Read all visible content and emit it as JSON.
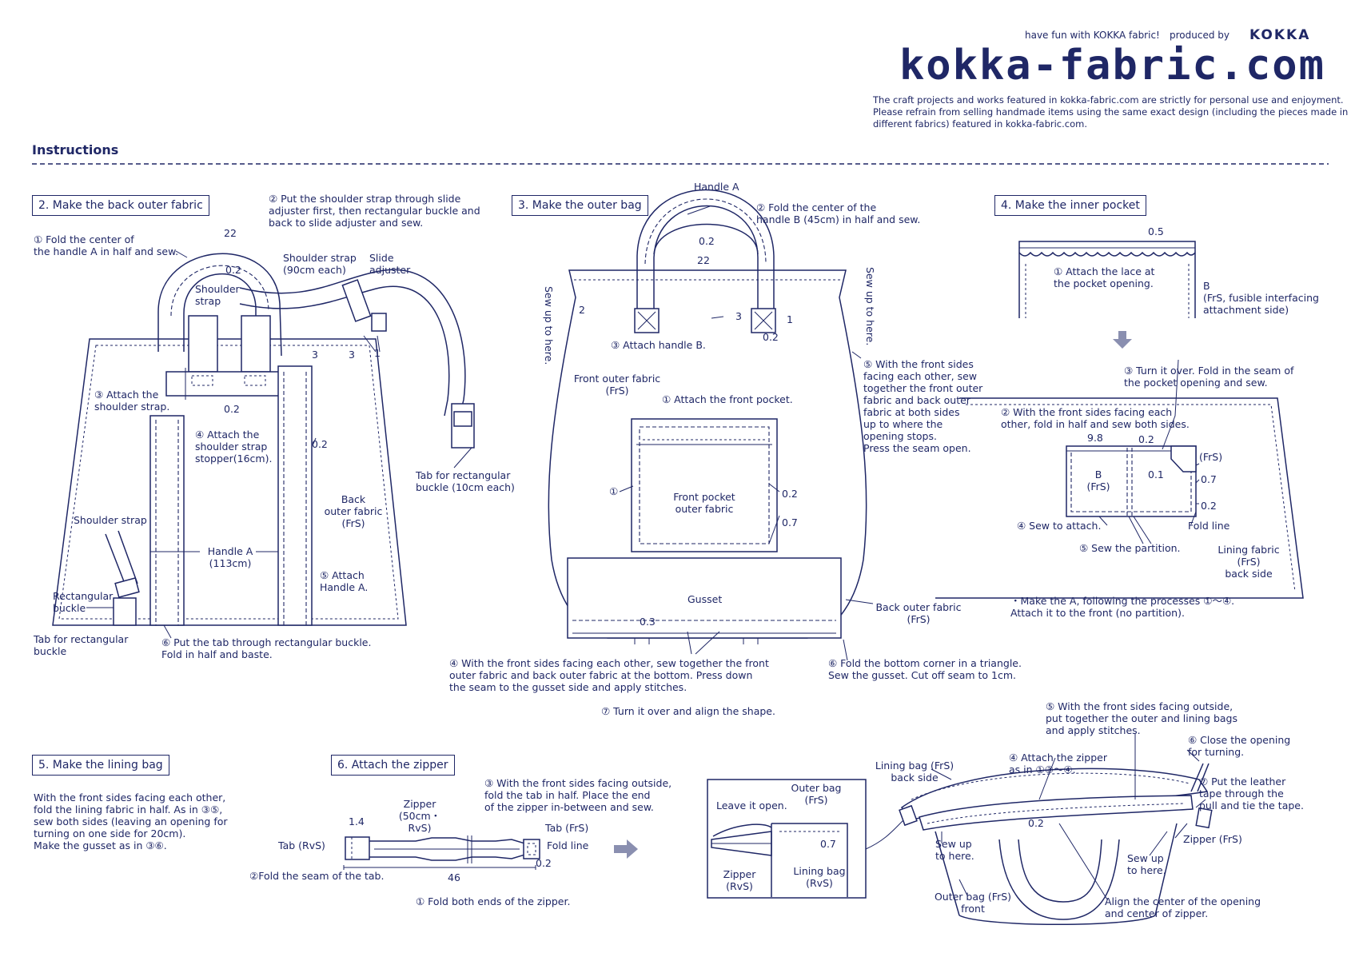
{
  "header": {
    "fun": "have fun with KOKKA fabric!",
    "produced_by": "produced by",
    "brand": "KOKKA",
    "logo": "kokka-fabric.com",
    "notice": "The craft projects and works featured in kokka-fabric.com are strictly for personal use and enjoyment.\nPlease refrain from selling handmade items using the same exact design (including the pieces\nmade in different fabrics) featured in kokka-fabric.com."
  },
  "title": "Instructions",
  "sec2": {
    "heading": "2. Make the back outer fabric",
    "l1": "① Fold the center of\nthe handle A in half and sew.",
    "l2": "② Put the shoulder strap through slide\nadjuster first, then rectangular buckle and\nback to slide adjuster and sew.",
    "m22": "22",
    "m02a": "0.2",
    "shoulder_strap": "Shoulder\nstrap",
    "strap90": "Shoulder strap\n(90cm each)",
    "slide": "Slide\nadjuster",
    "m3a": "3",
    "m3b": "3",
    "m1": "1",
    "l3": "③ Attach the\nshoulder strap.",
    "m02b": "0.2",
    "l4": "④ Attach the\nshoulder strap\nstopper(16cm).",
    "m02c": "0.2",
    "tab_rect": "Tab for rectangular\nbuckle (10cm each)",
    "back_outer": "Back\nouter fabric\n(FrS)",
    "shoulder_strap2": "Shoulder strap",
    "handleA": "Handle A\n(113cm)",
    "l5": "⑤ Attach\nHandle A.",
    "rect_buckle": "Rectangular\nbuckle",
    "tab_rect2": "Tab for rectangular\nbuckle",
    "l6": "⑥ Put the tab through rectangular buckle.\nFold in half and baste."
  },
  "sec3": {
    "heading": "3. Make the outer bag",
    "handleA": "Handle A",
    "l2": "②  Fold the center of the\nhandle B (45cm) in half and sew.",
    "m02a": "0.2",
    "m22": "22",
    "sew_up_left": "Sew up to here.",
    "sew_up_right": "Sew up to here.",
    "m2": "2",
    "l3": "③ Attach handle B.",
    "m3": "3",
    "m1": "1",
    "m02b": "0.2",
    "l5": "⑤ With the front sides\nfacing each other, sew\ntogether the front outer\nfabric and back outer\nfabric at both sides\nup to where the\nopening stops.\nPress the seam open.",
    "front_outer": "Front outer fabric\n(FrS)",
    "l1": "① Attach the front pocket.",
    "circle1": "①",
    "pocket": "Front pocket\nouter fabric",
    "m02c": "0.2",
    "m07": "0.7",
    "gusset": "Gusset",
    "back_outer": "Back outer fabric\n(FrS)",
    "m03": "0.3",
    "l4": "④ With the front sides facing each other, sew together the front\nouter fabric and back outer fabric at the bottom. Press down\nthe seam to the gusset side and apply stitches.",
    "l6": "⑥ Fold the bottom corner in a triangle.\nSew the gusset. Cut off seam to 1cm.",
    "l7": "⑦ Turn it over and align the shape."
  },
  "sec4": {
    "heading": "4. Make the inner pocket",
    "m05": "0.5",
    "l1": "① Attach the lace at\nthe pocket opening.",
    "b_label": "B\n(FrS, fusible interfacing\nattachment side)",
    "l3": "③ Turn it over. Fold in the seam of\nthe pocket opening and sew.",
    "l2": "② With the front sides facing each\nother, fold in half and sew both sides.",
    "m98": "9.8",
    "m02a": "0.2",
    "frs": "(FrS)",
    "b_frs": "B\n(FrS)",
    "m01": "0.1",
    "m07": "0.7",
    "m02b": "0.2",
    "l4": "④ Sew to attach.",
    "fold_line": "Fold line",
    "l5": "⑤ Sew the partition.",
    "lining": "Lining fabric\n(FrS)\nback side",
    "note": "・Make the A, following the processes ①～④.\nAttach it to the front (no partition)."
  },
  "sec5": {
    "heading": "5. Make the lining bag",
    "body": "With the front sides facing each other,\nfold the lining fabric in half. As in ③⑤,\nsew both sides (leaving an opening for\nturning on one side for 20cm).\nMake the gusset as in ③⑥."
  },
  "sec6": {
    "heading": "6. Attach the zipper",
    "zipper": "Zipper\n(50cm・RvS)",
    "l3": "③ With the front sides facing outside,\nfold the tab in half. Place the end\nof the zipper in-between and sew.",
    "m14": "1.4",
    "tab_frs": "Tab (FrS)",
    "tab_rvs": "Tab (RvS)",
    "fold_line": "Fold line",
    "m02": "0.2",
    "m46": "46",
    "l2": "②Fold the seam of the tab.",
    "l1": "① Fold both ends of the zipper.",
    "l5": "⑤ With the front sides facing outside,\nput together the outer and lining bags\nand apply stitches.",
    "l6": "⑥ Close the opening\nfor turning.",
    "lining_back": "Lining bag (FrS)\nback side",
    "l4": "④ Attach the zipper\nas in ①③～④.",
    "l7": "⑦ Put the leather\ntape through the\npull and tie the tape.",
    "leave_open": "Leave it open.",
    "outer_bag": "Outer bag\n(FrS)",
    "m07": "0.7",
    "m02b": "0.2",
    "zipper_rvs": "Zipper\n(RvS)",
    "lining_rvs": "Lining bag\n(RvS)",
    "sew_up1": "Sew up\nto here.",
    "sew_up2": "Sew up\nto here.",
    "zipper_frs": "Zipper (FrS)",
    "outer_front": "Outer bag (FrS)\nfront",
    "align": "Align the center of the opening\nand center of zipper."
  }
}
